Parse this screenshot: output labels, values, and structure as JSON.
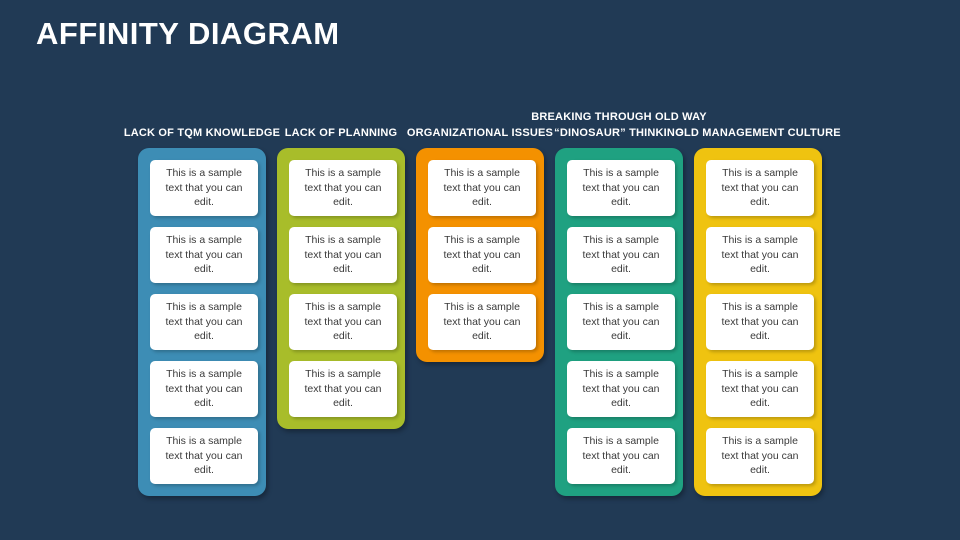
{
  "slide": {
    "title": "AFFINITY DIAGRAM",
    "background_color": "#213a55",
    "title_color": "#ffffff"
  },
  "sample_text": "This is a sample text that you can edit.",
  "columns": [
    {
      "header": "LACK OF TQM KNOWLEDGE",
      "color": "#3d8db5",
      "card_count": 5,
      "cards": [
        "This is a sample text that you can edit.",
        "This is a sample text that you can edit.",
        "This is a sample text that you can edit.",
        "This is a sample text that you can edit.",
        "This is a sample text that you can edit."
      ]
    },
    {
      "header": "LACK OF PLANNING",
      "color": "#a8bd2a",
      "card_count": 4,
      "cards": [
        "This is a sample text that you can edit.",
        "This is a sample text that you can edit.",
        "This is a sample text that you can edit.",
        "This is a sample text that you can edit."
      ]
    },
    {
      "header": "ORGANIZATIONAL ISSUES",
      "color": "#f49100",
      "card_count": 3,
      "cards": [
        "This is a sample text that you can edit.",
        "This is a sample text that you can edit.",
        "This is a sample text that you can edit."
      ]
    },
    {
      "header": "BREAKING THROUGH OLD WAY “DINOSAUR” THINKING",
      "color": "#1fa181",
      "card_count": 5,
      "cards": [
        "This is a sample text that you can edit.",
        "This is a sample text that you can edit.",
        "This is a sample text that you can edit.",
        "This is a sample text that you can edit.",
        "This is a sample text that you can edit."
      ]
    },
    {
      "header": "OLD MANAGEMENT CULTURE",
      "color": "#efc310",
      "card_count": 5,
      "cards": [
        "This is a sample text that you can edit.",
        "This is a sample text that you can edit.",
        "This is a sample text that you can edit.",
        "This is a sample text that you can edit.",
        "This is a sample text that you can edit."
      ]
    }
  ]
}
